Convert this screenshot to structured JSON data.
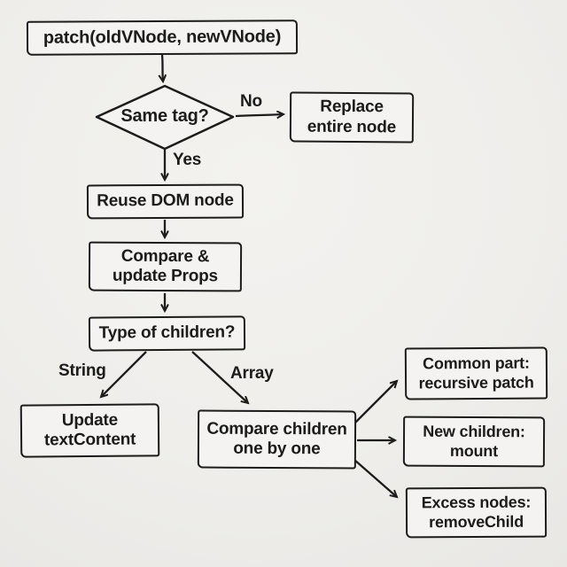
{
  "colors": {
    "background": "#f0efec",
    "ink": "#1c1c1c",
    "node_fill": "#f4f3f1"
  },
  "diagram": {
    "type": "flowchart",
    "nodes": {
      "start": {
        "label": "patch(oldVNode, newVNode)"
      },
      "same_tag": {
        "label": "Same tag?"
      },
      "replace": {
        "line1": "Replace",
        "line2": "entire node"
      },
      "reuse": {
        "label": "Reuse DOM node"
      },
      "compare_props": {
        "line1": "Compare &",
        "line2": "update Props"
      },
      "type_children": {
        "label": "Type of children?"
      },
      "update_text": {
        "line1": "Update",
        "line2": "textContent"
      },
      "compare_children": {
        "line1": "Compare children",
        "line2": "one by one"
      },
      "common_part": {
        "line1": "Common part:",
        "line2": "recursive patch"
      },
      "new_children": {
        "line1": "New children:",
        "line2": "mount"
      },
      "excess_nodes": {
        "line1": "Excess nodes:",
        "line2": "removeChild"
      }
    },
    "edge_labels": {
      "no": "No",
      "yes": "Yes",
      "string": "String",
      "array": "Array"
    }
  }
}
